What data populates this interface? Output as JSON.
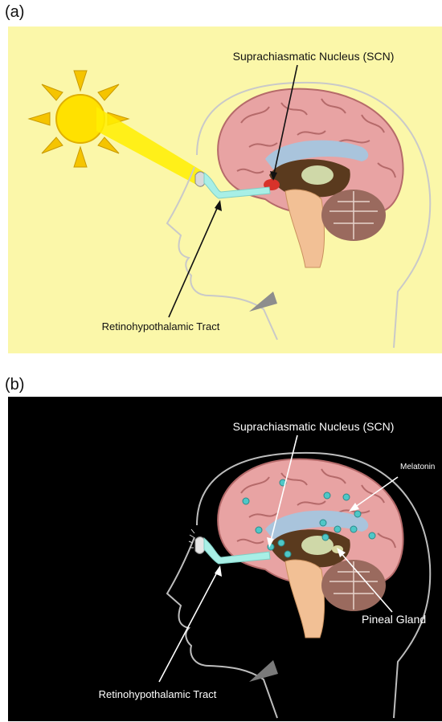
{
  "panels": [
    {
      "label": "(a)",
      "scn_label": "Suprachiasmatic Nucleus (SCN)",
      "rht_label": "Retinohypothalamic Tract",
      "colors": {
        "background": "#fbf7a9",
        "outline": "#c9c9c9",
        "text": "#111111"
      }
    },
    {
      "label": "(b)",
      "scn_label": "Suprachiasmatic Nucleus (SCN)",
      "rht_label": "Retinohypothalamic Tract",
      "melatonin_label": "Melatonin",
      "pineal_label": "Pineal Gland",
      "colors": {
        "background": "#000000",
        "outline": "#bdbdbd",
        "text": "#ffffff"
      }
    }
  ],
  "icons": [
    "sun-icon",
    "brain-icon",
    "eye-icon",
    "melatonin-molecule-icon"
  ],
  "colors": {
    "brain": "#e8a3a3",
    "brain_folds": "#b56a6a",
    "brainstem": "#f2c095",
    "cerebellum": "#9a6a5e",
    "tract": "#a8efe6",
    "sun": "#ffe100",
    "melatonin": "#4fc7c7"
  }
}
